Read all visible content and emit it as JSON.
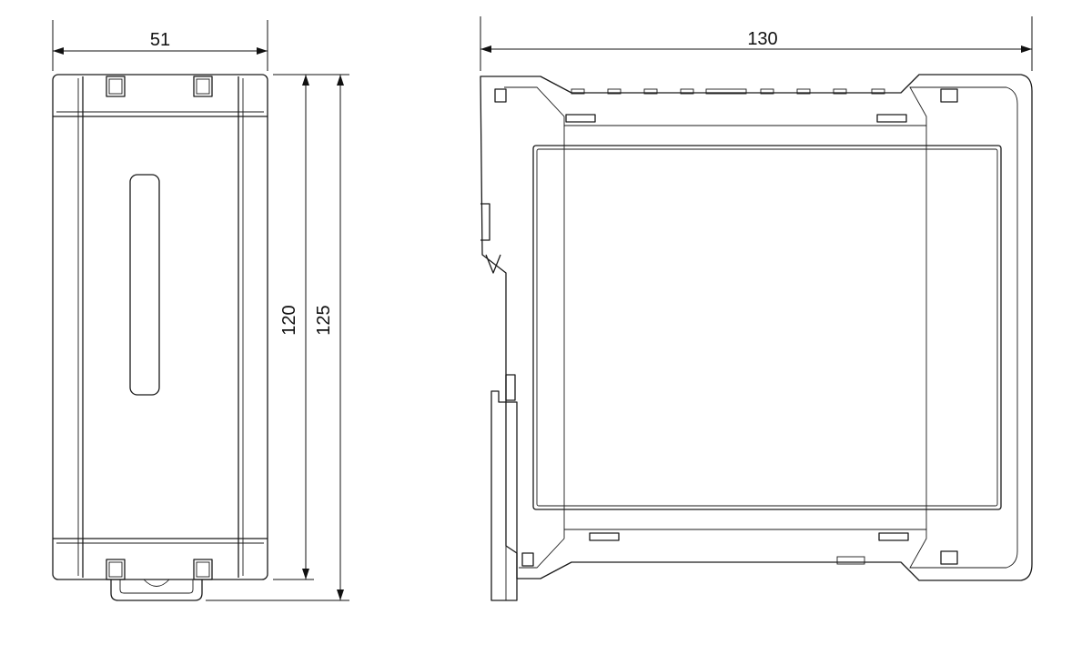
{
  "dimensions": {
    "front_width": "51",
    "inner_height": "120",
    "overall_height": "125",
    "side_depth": "130"
  },
  "colors": {
    "line": "#1a1a1a",
    "background": "#ffffff"
  }
}
